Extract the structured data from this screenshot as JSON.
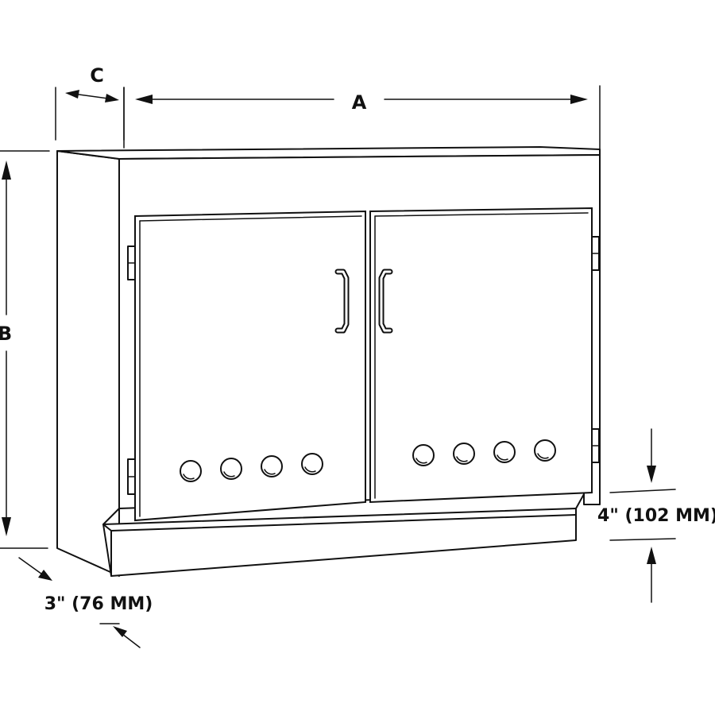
{
  "dimension_labels": {
    "width": "A",
    "height": "B",
    "depth": "C",
    "toe_kick_depth": "3\" (76 MM)",
    "toe_kick_height": "4\" (102 MM)"
  },
  "doors": {
    "left_vents": 4,
    "right_vents": 4
  }
}
